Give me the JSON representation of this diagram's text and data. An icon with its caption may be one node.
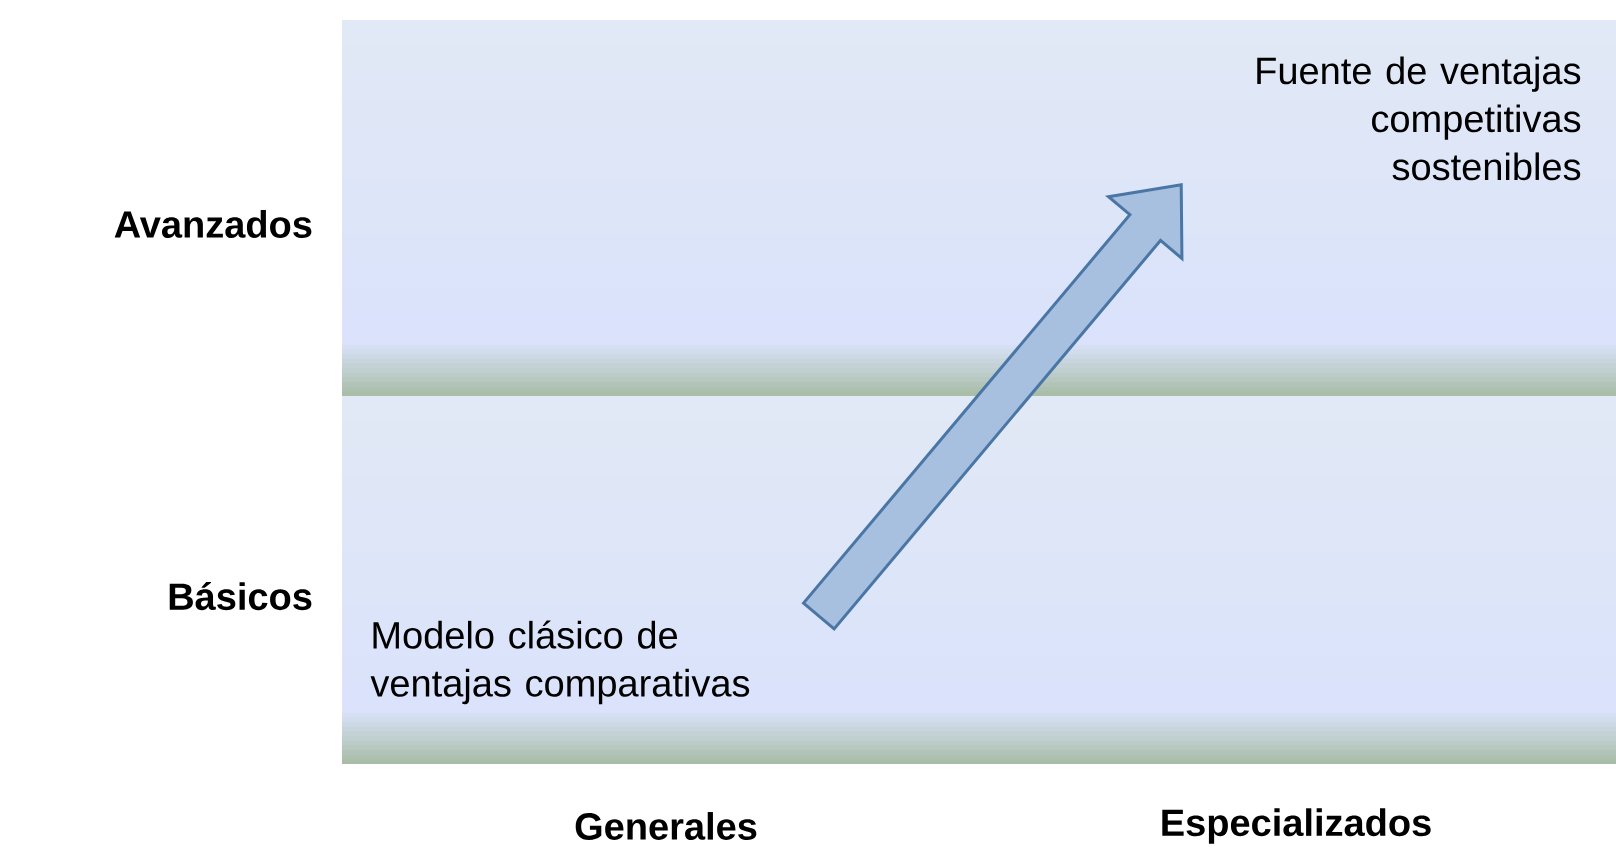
{
  "diagram": {
    "nodes": [
      {
        "text": [
          "Modelo clásico de ventajas comparativas"
        ]
      },
      {
        "text": [
          "Fuente de ventajas competitivas sostenibles"
        ]
      }
    ],
    "edges": [
      {
        "from": 0,
        "to": 1,
        "arrow": "to",
        "style": "thick"
      }
    ],
    "labels": [
      "Avanzados",
      "Básicos",
      "Generales",
      "Especializados"
    ]
  }
}
